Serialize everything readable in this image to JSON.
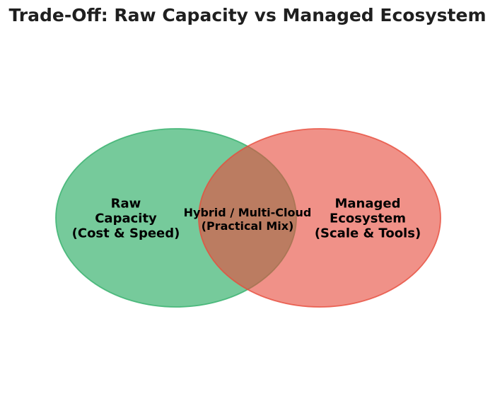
{
  "title": "Trade-Off: Raw Capacity vs Managed Ecosystem",
  "colors": {
    "left_set_base": "#3CB371",
    "right_set_base": "#E74C3C",
    "left_fill_rendered": "#7ACA96",
    "right_fill_rendered": "#F09389",
    "overlap_rendered": "#BB8262",
    "title_text": "#1F1F1F",
    "label_text": "#000000",
    "background": "#FFFFFF"
  },
  "chart_data": {
    "type": "venn",
    "title": "Trade-Off: Raw Capacity vs Managed Ecosystem",
    "legend_position": "none",
    "sets": [
      {
        "position": "left",
        "label": "Raw\nCapacity\n(Cost & Speed)",
        "color": "#3CB371"
      },
      {
        "position": "right",
        "label": "Managed\nEcosystem\n(Scale & Tools)",
        "color": "#E74C3C"
      }
    ],
    "intersection": {
      "label": "Hybrid / Multi-Cloud\n(Practical Mix)",
      "rendered_color": "#BB8262"
    }
  }
}
